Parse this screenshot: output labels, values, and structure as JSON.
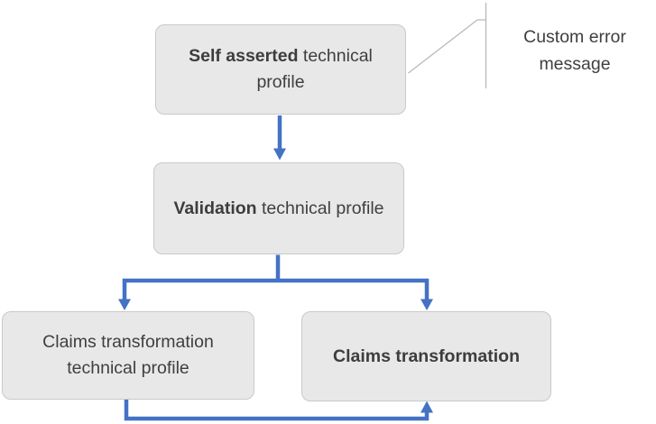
{
  "diagram": {
    "nodes": [
      {
        "id": "self-asserted-technical-profile",
        "bold": "Self asserted",
        "regular": " technical profile"
      },
      {
        "id": "validation-technical-profile",
        "bold": "Validation",
        "regular": " technical profile"
      },
      {
        "id": "claims-transformation-technical-profile",
        "bold": "",
        "regular": "Claims transformation technical profile"
      },
      {
        "id": "claims-transformation",
        "bold": "Claims transformation",
        "regular": ""
      }
    ],
    "callout": {
      "label": "Custom error message"
    },
    "connections": [
      "self-asserted-technical-profile -> validation-technical-profile",
      "validation-technical-profile -> claims-transformation-technical-profile",
      "validation-technical-profile -> claims-transformation",
      "claims-transformation-technical-profile -> claims-transformation (bottom loop)"
    ],
    "colors": {
      "arrow_blue": "#4472C4",
      "node_fill": "#e8e8e8",
      "node_border": "#c9c9c9",
      "text": "#3f3f3f",
      "callout_line": "#b9b9b9"
    }
  }
}
